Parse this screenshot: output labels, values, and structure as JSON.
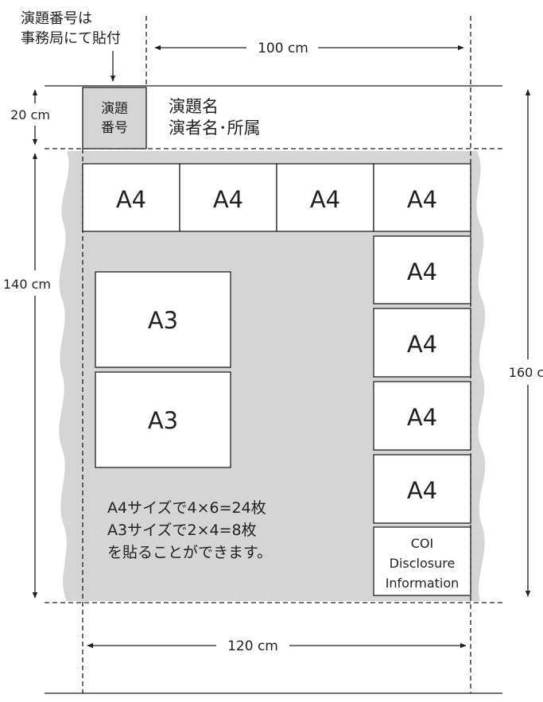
{
  "title_slot": {
    "label_lines": [
      "演題番号は",
      "事務局にて貼付"
    ],
    "box_lines": [
      "演題",
      "番号"
    ]
  },
  "header": {
    "title_line": "演題名",
    "authors_line": "演者名･所属"
  },
  "dimensions": {
    "top_width": "100 cm",
    "header_height": "20 cm",
    "body_height": "140 cm",
    "total_height": "160 c",
    "bottom_width": "120 cm"
  },
  "panels": {
    "a4_top": [
      "A4",
      "A4",
      "A4",
      "A4"
    ],
    "a4_right": [
      "A4",
      "A4",
      "A4",
      "A4"
    ],
    "a3": [
      "A3",
      "A3"
    ],
    "coi_lines": [
      "COI",
      "Disclosure",
      "Information"
    ]
  },
  "note_lines": [
    "A4サイズで4×6=24枚",
    "A3サイズで2×4=8枚",
    "を貼ることができます。"
  ]
}
